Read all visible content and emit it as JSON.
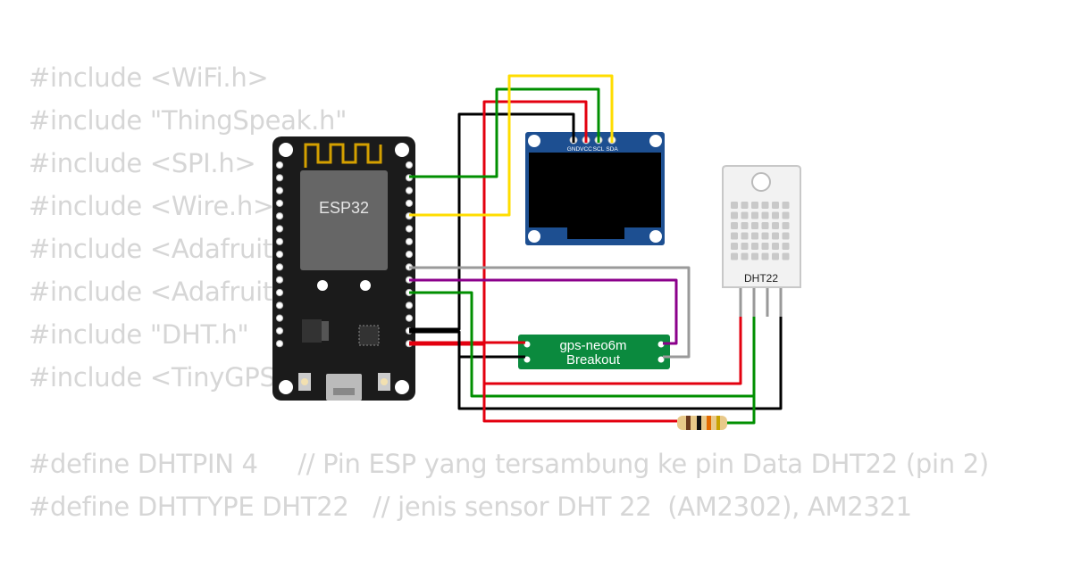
{
  "code_lines": [
    "#include <WiFi.h>",
    "#include \"ThingSpeak.h\"",
    "#include <SPI.h>",
    "#include <Wire.h>",
    "#include <Adafruit",
    "#include <Adafruit",
    "#include \"DHT.h\"",
    "#include <TinyGPS"
  ],
  "define_lines": [
    "#define DHTPIN 4     // Pin ESP yang tersambung ke pin Data DHT22 (pin 2)",
    "#define DHTTYPE DHT22   // jenis sensor DHT 22  (AM2302), AM2321"
  ],
  "esp32": {
    "label": "ESP32",
    "color": "#1b1b1b"
  },
  "oled": {
    "pins": [
      "GND",
      "VCC",
      "SCL",
      "SDA"
    ],
    "color": "#1d4f91"
  },
  "gps": {
    "line1": "gps-neo6m",
    "line2": "Breakout",
    "color": "#0b8a3e"
  },
  "dht": {
    "label": "DHT22"
  },
  "wire_colors": {
    "black": "#000000",
    "red": "#e3000f",
    "green": "#008f00",
    "yellow": "#ffdd00",
    "purple": "#8b008b",
    "gray": "#9a9a9a"
  }
}
